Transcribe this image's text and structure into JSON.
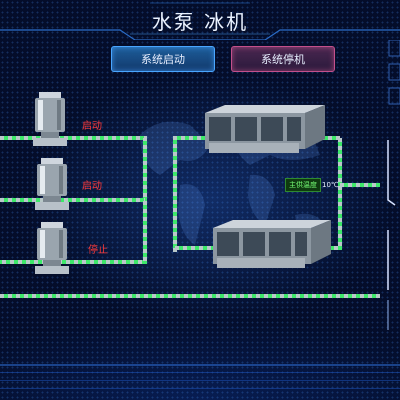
{
  "header": {
    "title": "水泵 冰机"
  },
  "controls": {
    "start_label": "系统启动",
    "stop_label": "系统停机"
  },
  "pumps": [
    {
      "status": "启动"
    },
    {
      "status": "启动"
    },
    {
      "status": "停止"
    }
  ],
  "readout": {
    "label": "主供温度",
    "value": "10℃"
  },
  "colors": {
    "pipe": "#3ee86a",
    "pipe_dash": "#b9c9c9",
    "status_text": "#ff3b3b",
    "accent": "#4aa6ff"
  }
}
